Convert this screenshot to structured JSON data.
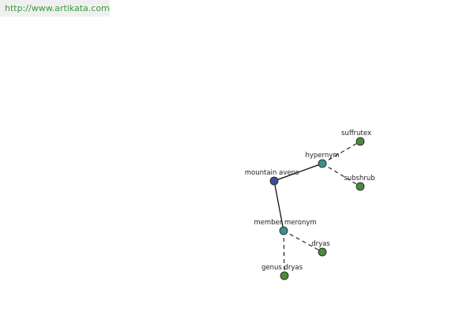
{
  "watermark": {
    "url": "http://www.artikata.com"
  },
  "graph": {
    "colors": {
      "root": "#3b4e9a",
      "relation": "#3e8f8a",
      "leaf": "#4a8a3c"
    },
    "nodes": {
      "root": {
        "label": "mountain avens",
        "kind": "root"
      },
      "hypernym": {
        "label": "hypernym",
        "kind": "relation"
      },
      "member_meronym": {
        "label": "member meronym",
        "kind": "relation"
      },
      "suffrutex": {
        "label": "suffrutex",
        "kind": "leaf"
      },
      "subshrub": {
        "label": "subshrub",
        "kind": "leaf"
      },
      "dryas": {
        "label": "dryas",
        "kind": "leaf"
      },
      "genus_dryas": {
        "label": "genus dryas",
        "kind": "leaf"
      }
    },
    "edges": [
      {
        "from": "root",
        "to": "hypernym",
        "style": "solid"
      },
      {
        "from": "root",
        "to": "member_meronym",
        "style": "solid"
      },
      {
        "from": "hypernym",
        "to": "suffrutex",
        "style": "dashed"
      },
      {
        "from": "hypernym",
        "to": "subshrub",
        "style": "dashed"
      },
      {
        "from": "member_meronym",
        "to": "dryas",
        "style": "dashed"
      },
      {
        "from": "member_meronym",
        "to": "genus_dryas",
        "style": "dashed"
      }
    ]
  }
}
